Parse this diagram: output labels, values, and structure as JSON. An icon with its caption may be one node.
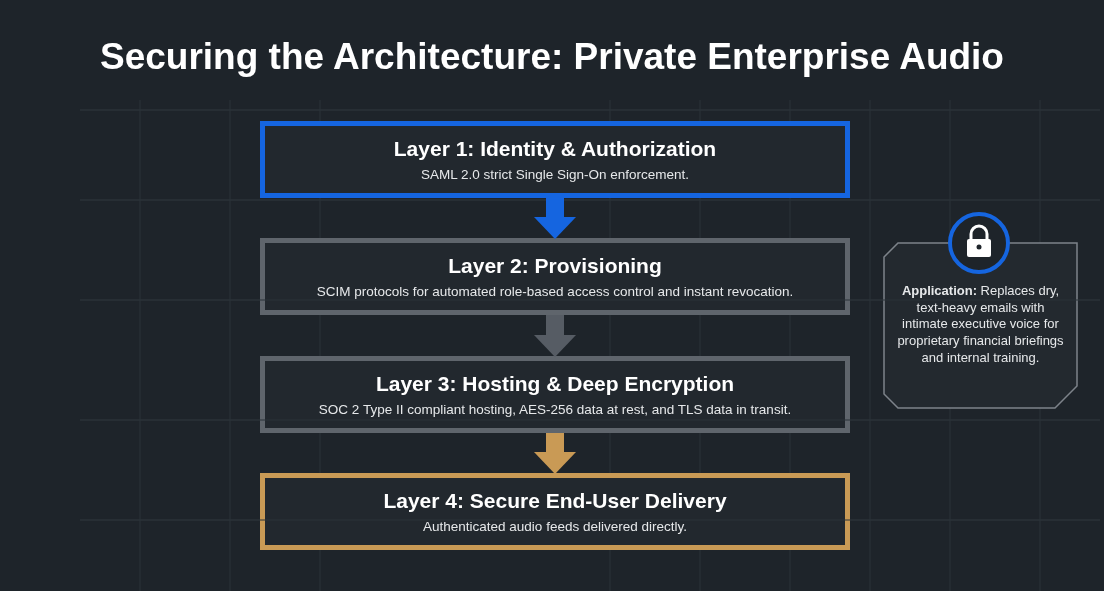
{
  "diagram": {
    "title": "Securing the Architecture: Private Enterprise Audio",
    "nodes": [
      {
        "text": [
          "Layer 1: Identity & Authorization",
          "SAML 2.0 strict Single Sign-On enforcement."
        ]
      },
      {
        "text": [
          "Layer 2: Provisioning",
          "SCIM protocols for automated role-based access control and instant revocation."
        ]
      },
      {
        "text": [
          "Layer 3: Hosting & Deep Encryption",
          "SOC 2 Type II compliant hosting, AES-256 data at rest, and TLS data in transit."
        ]
      },
      {
        "text": [
          "Layer 4: Secure End-User Delivery",
          "Authenticated audio feeds delivered directly."
        ]
      },
      {
        "text": [
          "**Application:** Replaces dry, text-heavy emails with intimate executive voice for proprietary financial briefings and internal training."
        ]
      }
    ],
    "edges": [
      {
        "from": 0,
        "to": 1,
        "arrow": "to",
        "color": "#1565e0"
      },
      {
        "from": 1,
        "to": 2,
        "arrow": "to",
        "color": "#565c64"
      },
      {
        "from": 2,
        "to": 3,
        "arrow": "to",
        "color": "#c99a55"
      }
    ]
  }
}
